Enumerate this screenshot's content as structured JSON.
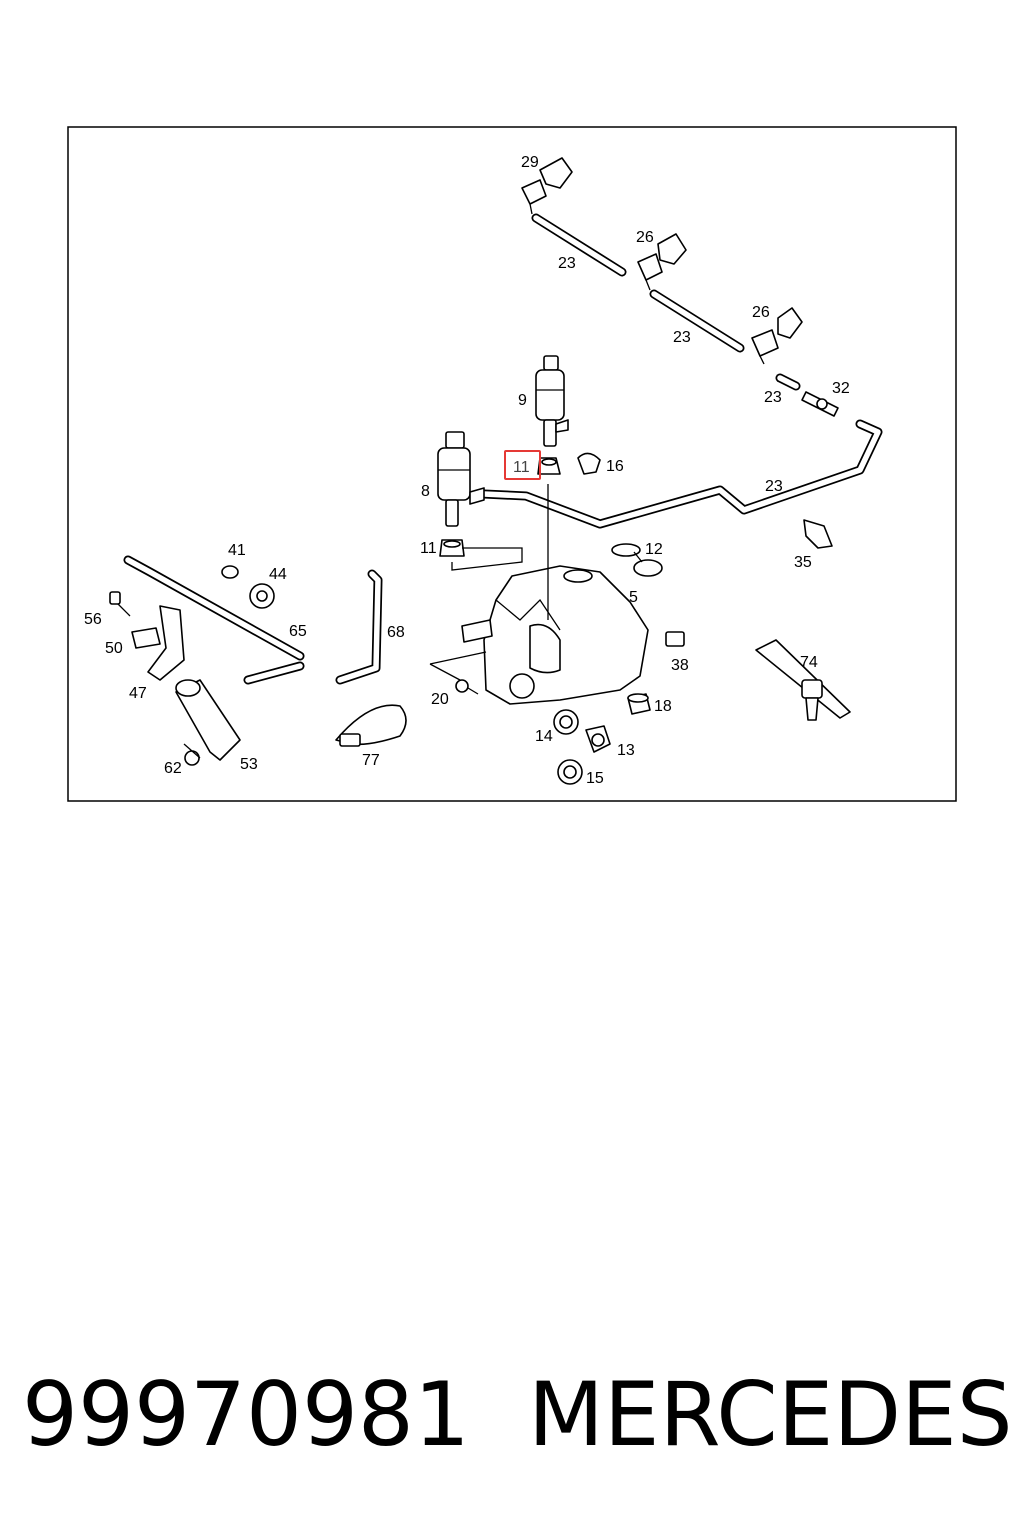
{
  "footer": {
    "part_number": "99970981",
    "brand": "MERCEDES"
  },
  "highlight_color": "#e53935",
  "callouts": {
    "c29": "29",
    "c26a": "26",
    "c26b": "26",
    "c23a": "23",
    "c23b": "23",
    "c23c": "23",
    "c23d": "23",
    "c32": "32",
    "c9": "9",
    "c8": "8",
    "c11_highlight": "11",
    "c11": "11",
    "c16": "16",
    "c12": "12",
    "c5": "5",
    "c35": "35",
    "c41": "41",
    "c44": "44",
    "c56": "56",
    "c50": "50",
    "c65": "65",
    "c68": "68",
    "c47": "47",
    "c38": "38",
    "c74": "74",
    "c20": "20",
    "c18": "18",
    "c14": "14",
    "c13": "13",
    "c15": "15",
    "c62": "62",
    "c53": "53",
    "c77": "77"
  }
}
